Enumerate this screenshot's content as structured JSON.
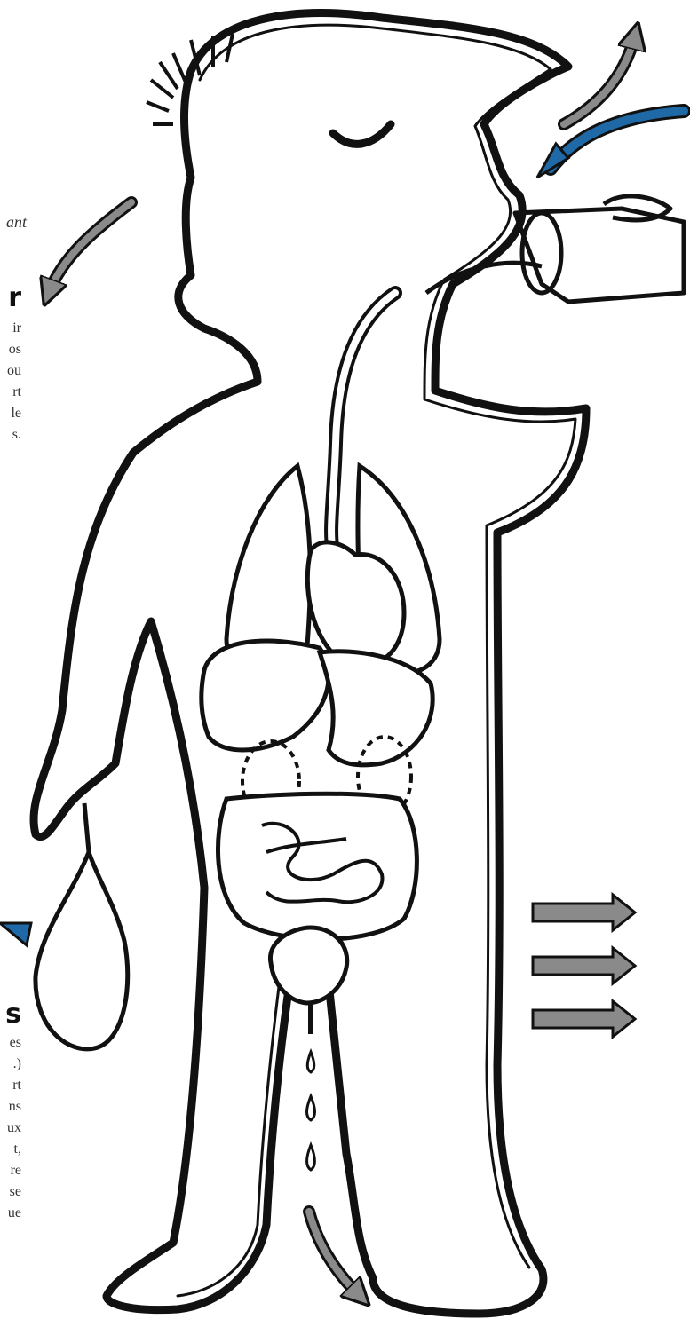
{
  "colors": {
    "outline": "#111111",
    "arrow_gray": "#8a8a8a",
    "arrow_blue": "#1f6aa6",
    "background": "#ffffff"
  },
  "left_text_top": {
    "fragment_italic": "ant",
    "heading_fragment": "r",
    "lines": [
      "ir",
      "os",
      "ou",
      "rt",
      "le",
      "s."
    ]
  },
  "left_text_bottom": {
    "heading_fragment": "s",
    "lines": [
      "es",
      ".)",
      "rt",
      "ns",
      "ux",
      "t,",
      "re",
      "se",
      "ue"
    ]
  }
}
